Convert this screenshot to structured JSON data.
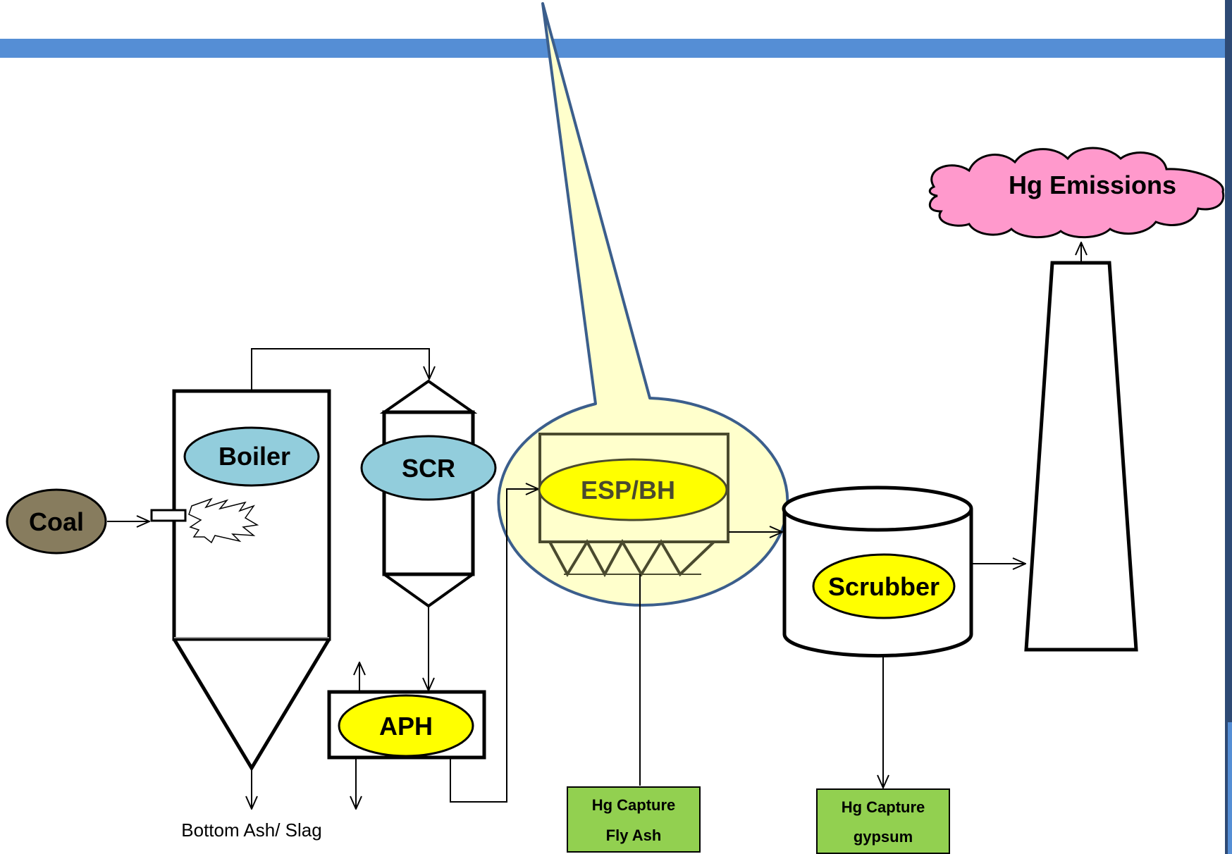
{
  "diagram": {
    "colors": {
      "header_bar": "#558ED5",
      "callout_fill": "#FFFFCC",
      "callout_stroke": "#3B5E8C",
      "coal": "#877C5E",
      "boiler": "#92CDDC",
      "scr": "#92CDDC",
      "yellow": "#FFFF00",
      "emissions": "#FF99CC",
      "capture_box": "#92D050"
    },
    "nodes": {
      "coal": "Coal",
      "boiler": "Boiler",
      "scr": "SCR",
      "aph": "APH",
      "esp_bh": "ESP/BH",
      "scrubber": "Scrubber",
      "emissions": "Hg Emissions"
    },
    "outputs": {
      "bottom_ash": "Bottom Ash/ Slag",
      "fly_ash_line1": "Hg Capture",
      "fly_ash_line2": "Fly Ash",
      "gypsum_line1": "Hg Capture",
      "gypsum_line2": "gypsum"
    }
  }
}
